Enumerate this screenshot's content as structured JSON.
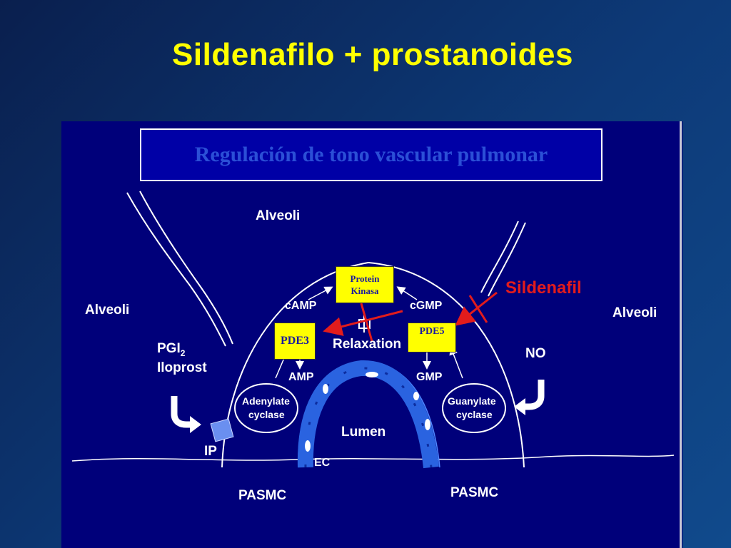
{
  "slide": {
    "title": "Sildenafilo + prostanoides"
  },
  "diagram": {
    "header": "Regulación de tono vascular pulmonar",
    "labels": {
      "alveoli_top": "Alveoli",
      "alveoli_left": "Alveoli",
      "alveoli_right": "Alveoli",
      "camp": "cAMP",
      "cgmp": "cGMP",
      "amp": "AMP",
      "gmp": "GMP",
      "relaxation": "Relaxation",
      "pgi": "PGI",
      "pgi_sub": "2",
      "iloprost": "Iloprost",
      "no": "NO",
      "ip": "IP",
      "lumen": "Lumen",
      "ec": "EC",
      "pasmc_left": "PASMC",
      "pasmc_right": "PASMC",
      "adenylate_1": "Adenylate",
      "adenylate_2": "cyclase",
      "guanylate_1": "Guanylate",
      "guanylate_2": "cyclase",
      "sildenafil": "Sildenafil"
    },
    "boxes": {
      "protein_1": "Protein",
      "protein_2": "Kinasa",
      "pde3": "PDE3",
      "pde5": "PDE5"
    },
    "colors": {
      "panel": "#00007a",
      "title": "#ffff00",
      "highlight_box": "#ffff00",
      "inhibitor": "#e21c1c",
      "endothelium": "#2a63e0"
    }
  }
}
